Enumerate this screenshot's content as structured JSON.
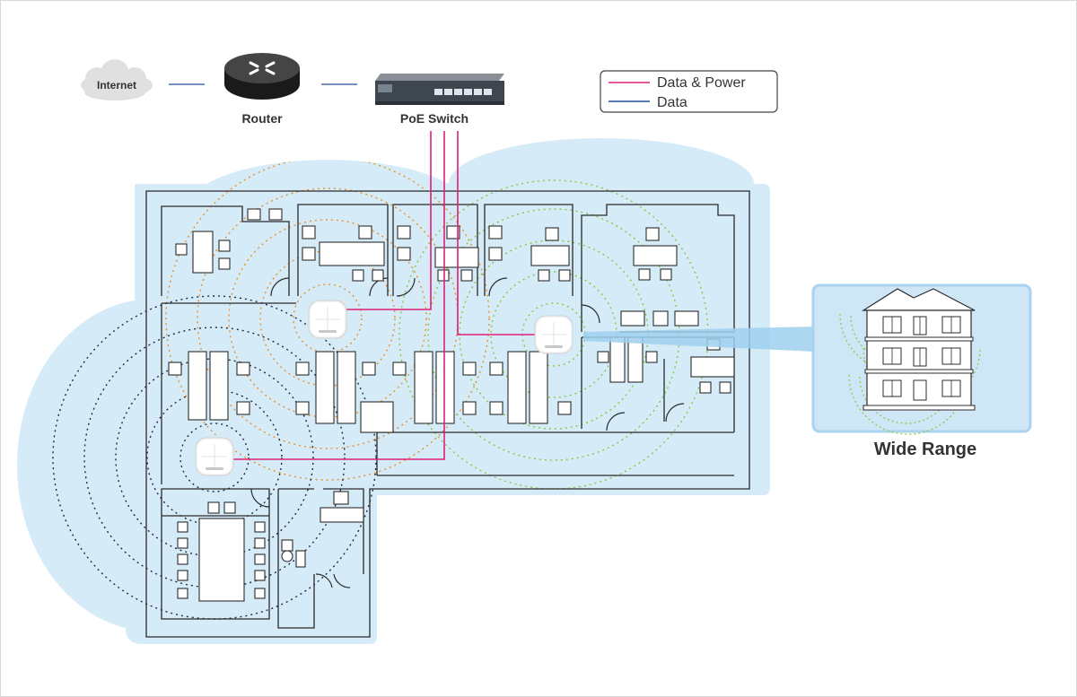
{
  "network": {
    "internet_label": "Internet",
    "router_label": "Router",
    "switch_label": "PoE Switch"
  },
  "legend": {
    "items": [
      {
        "label": "Data & Power",
        "color": "#e0207a"
      },
      {
        "label": "Data",
        "color": "#1e4f9a"
      }
    ]
  },
  "callout": {
    "label": "Wide Range"
  },
  "colors": {
    "floor_fill": "#d6ebf8",
    "wall": "#2b2b2b",
    "orange_signal": "#e8902a",
    "green_signal": "#8cc63f",
    "navy_signal": "#1f2a44",
    "callout_border": "#a9d3ef"
  },
  "icons": [
    "cloud-icon",
    "router-icon",
    "poe-switch-icon",
    "access-point-icon",
    "building-icon"
  ]
}
